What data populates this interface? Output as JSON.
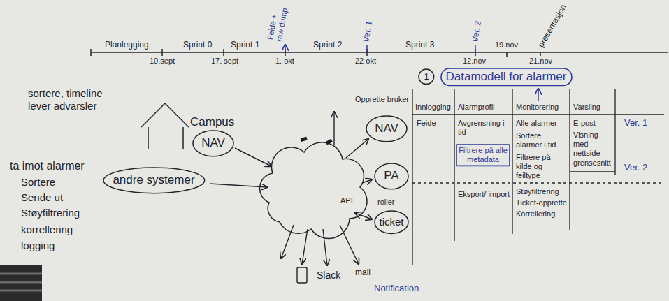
{
  "diagram": {
    "nodes": [
      {
        "text": [
          "1"
        ]
      },
      {
        "text": [
          "Datamodell for alarmer"
        ]
      },
      {
        "text": [
          "Filtrere på alle metadata"
        ]
      },
      {
        "text": [
          "NAV"
        ]
      },
      {
        "text": [
          "andre systemer"
        ]
      },
      {
        "text": [
          "NAV"
        ]
      },
      {
        "text": [
          "PA"
        ]
      },
      {
        "text": [
          "ticket"
        ]
      }
    ],
    "labels": [
      "Feide + raw dump",
      "Ver. 1",
      "Ver. 2",
      "presentasjon",
      "Planlegging",
      "Sprint 0",
      "Sprint 1",
      "Sprint 2",
      "Sprint 3",
      "19.nov",
      "10.sept",
      "17. sept",
      "1. okt",
      "22 okt",
      "12.nov",
      "21.nov",
      "Opprette bruker",
      "Innlogging",
      "Alarmprofil",
      "Monitorering",
      "Varsling",
      "Ver. 1",
      "Feide",
      "Avgrensning i tid",
      "Alle alarmer",
      "E-post",
      "Visning med nettside grensesnitt",
      "Sortere alarmer i tid",
      "Filtrere på kilde og feiltype",
      "Ver. 2",
      "Støyfiltrering",
      "Ticket-opprette",
      "Korrellering",
      "Eksport/ import",
      "sortere, timeline lever advarsler",
      "ta imot alarmer",
      "Sortere",
      "Sende ut",
      "Støyfiltrering",
      "korrellering",
      "logging",
      "Campus",
      "API",
      "roller",
      "Slack",
      "mail",
      "Notification"
    ]
  }
}
